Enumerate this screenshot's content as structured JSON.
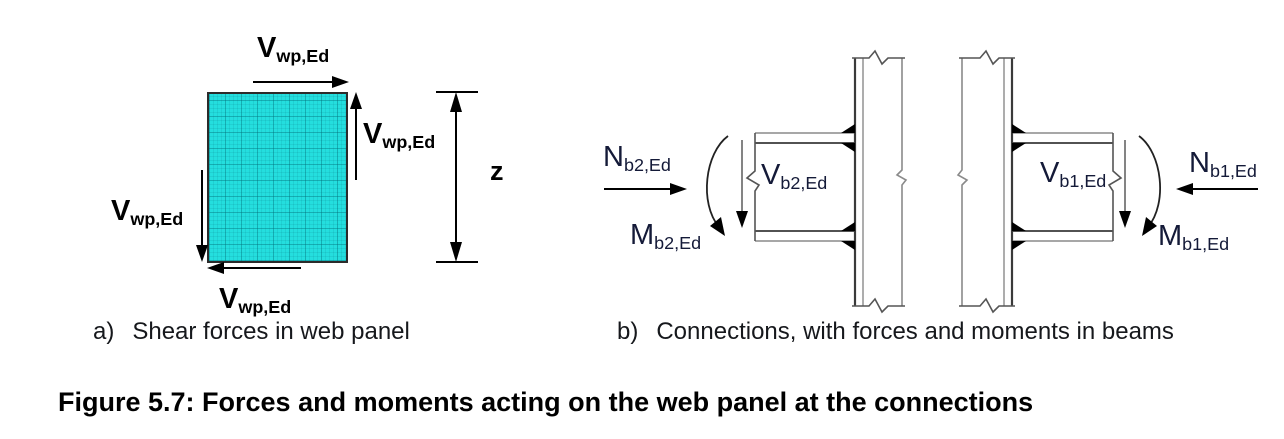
{
  "title": "Figure 5.7: Forces and moments acting on the web panel at the connections",
  "colors": {
    "panel_fill": "#24dede",
    "panel_grid": "#0e7a84",
    "line_dark": "#3a3a3a",
    "line_gray": "#8a8a8a",
    "text": "#111111"
  },
  "panel_a": {
    "caption_marker": "a)",
    "caption": "Shear forces in web panel",
    "dimension_label": "z",
    "labels": {
      "top": {
        "main": "V",
        "sub": "wp,Ed"
      },
      "right": {
        "main": "V",
        "sub": "wp,Ed"
      },
      "left": {
        "main": "V",
        "sub": "wp,Ed"
      },
      "bottom": {
        "main": "V",
        "sub": "wp,Ed"
      }
    }
  },
  "panel_b": {
    "caption_marker": "b)",
    "caption": "Connections, with forces and moments in beams",
    "left_connection": {
      "axial": {
        "main": "N",
        "sub": "b2,Ed"
      },
      "shear": {
        "main": "V",
        "sub": "b2,Ed"
      },
      "moment": {
        "main": "M",
        "sub": "b2,Ed"
      }
    },
    "right_connection": {
      "axial": {
        "main": "N",
        "sub": "b1,Ed"
      },
      "shear": {
        "main": "V",
        "sub": "b1,Ed"
      },
      "moment": {
        "main": "M",
        "sub": "b1,Ed"
      }
    }
  }
}
